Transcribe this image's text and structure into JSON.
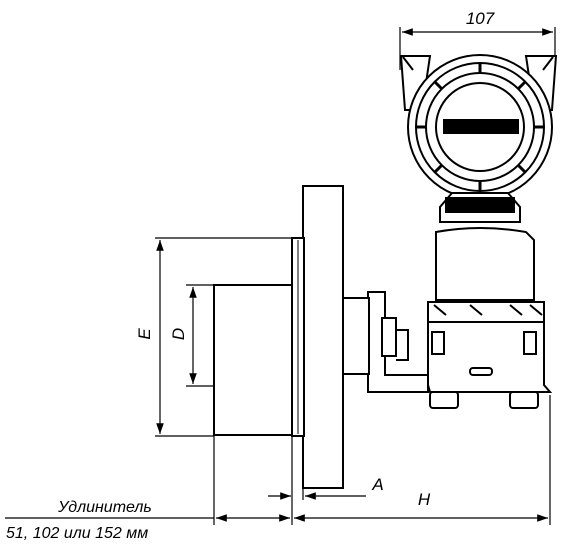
{
  "dimensions": {
    "width_top": "107",
    "E": "E",
    "D": "D",
    "A": "A",
    "H": "H"
  },
  "extension": {
    "title": "Удлинитель",
    "options": "51, 102 или 152 мм"
  }
}
